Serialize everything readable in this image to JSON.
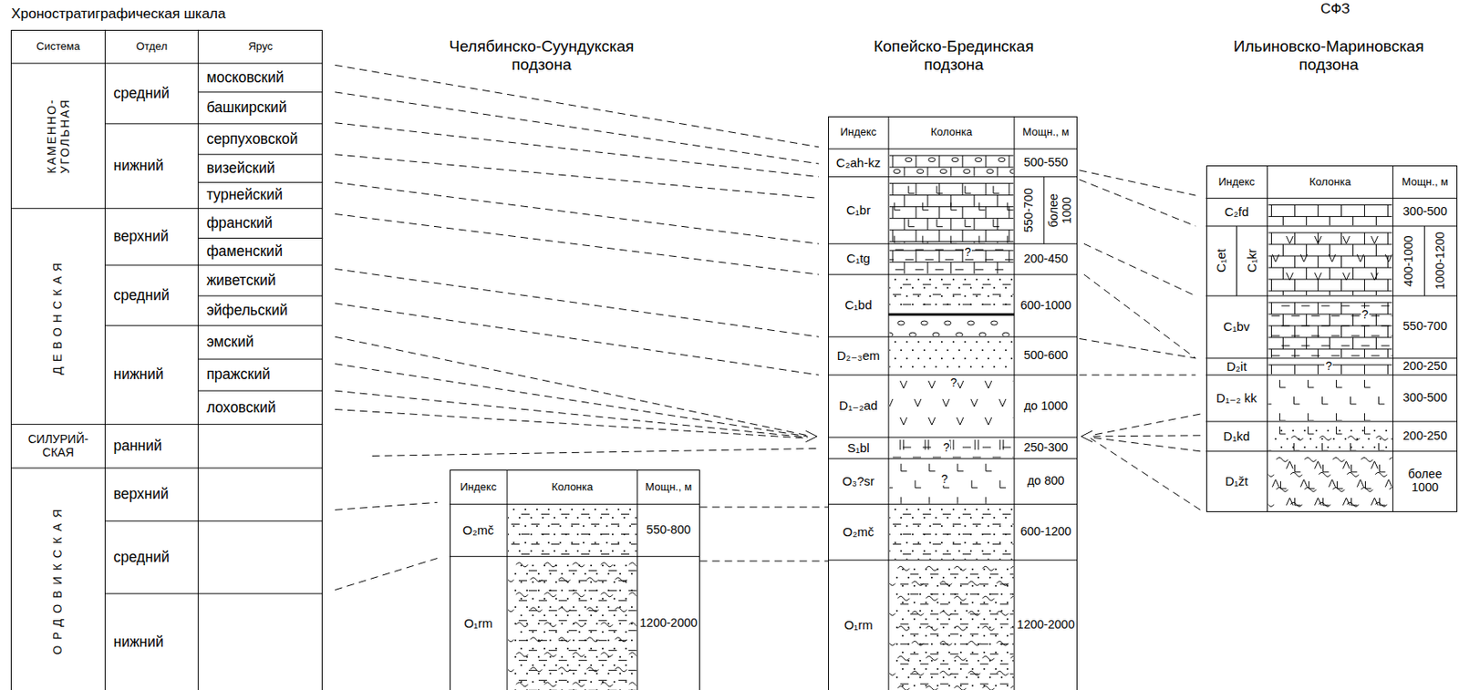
{
  "diagram": {
    "nodes": [
      {
        "text": [
          "Хроностратиграфическая шкала"
        ]
      },
      {
        "text": [
          "Челябинско-Суундукская подзона"
        ]
      },
      {
        "text": [
          "Копейско-Брединская подзона"
        ]
      },
      {
        "text": [
          "Ильиновско-Мариновская подзона"
        ]
      }
    ],
    "labels": [
      "Система",
      "Отдел",
      "Ярус",
      "КАМЕННО- УГОЛЬНАЯ",
      "ДЕВОНСКАЯ",
      "СИЛУРИЙ- СКАЯ",
      "ОРДОВИКСКАЯ",
      "средний",
      "нижний",
      "верхний",
      "средний",
      "нижний",
      "ранний",
      "верхний",
      "средний",
      "нижний",
      "московский",
      "башкирский",
      "серпуховской",
      "визейский",
      "турнейский",
      "франский",
      "фаменский",
      "живетский",
      "эйфельский",
      "эмский",
      "пражский",
      "лоховский",
      "Индекс",
      "Колонка",
      "Мощн., м",
      "O₂mč",
      "550-800",
      "O₁rm",
      "1200-2000",
      "Индекс",
      "Колонка",
      "Мощн., м",
      "C₂ah-kz",
      "500-550",
      "C₁br",
      "550-700",
      "более 1000",
      "C₁tg",
      "200-450",
      "C₁bd",
      "600-1000",
      "D₂₋₃em",
      "500-600",
      "D₁₋₂ad",
      "до 1000",
      "S₁bl",
      "250-300",
      "O₃?sr",
      "до 800",
      "O₂mč",
      "600-1200",
      "O₁rm",
      "1200-2000",
      "Индекс",
      "Колонка",
      "Мощн., м",
      "C₂fd",
      "300-500",
      "C₁et",
      "C₁kr",
      "400-1000",
      "1000-1200",
      "C₁bv",
      "550-700",
      "D₂it",
      "200-250",
      "D₁₋₂ kk",
      "300-500",
      "D₁kd",
      "200-250",
      "D₁žt",
      "более 1000",
      "СФЗ",
      "?",
      "?",
      "?",
      "?",
      "?",
      "?"
    ]
  }
}
